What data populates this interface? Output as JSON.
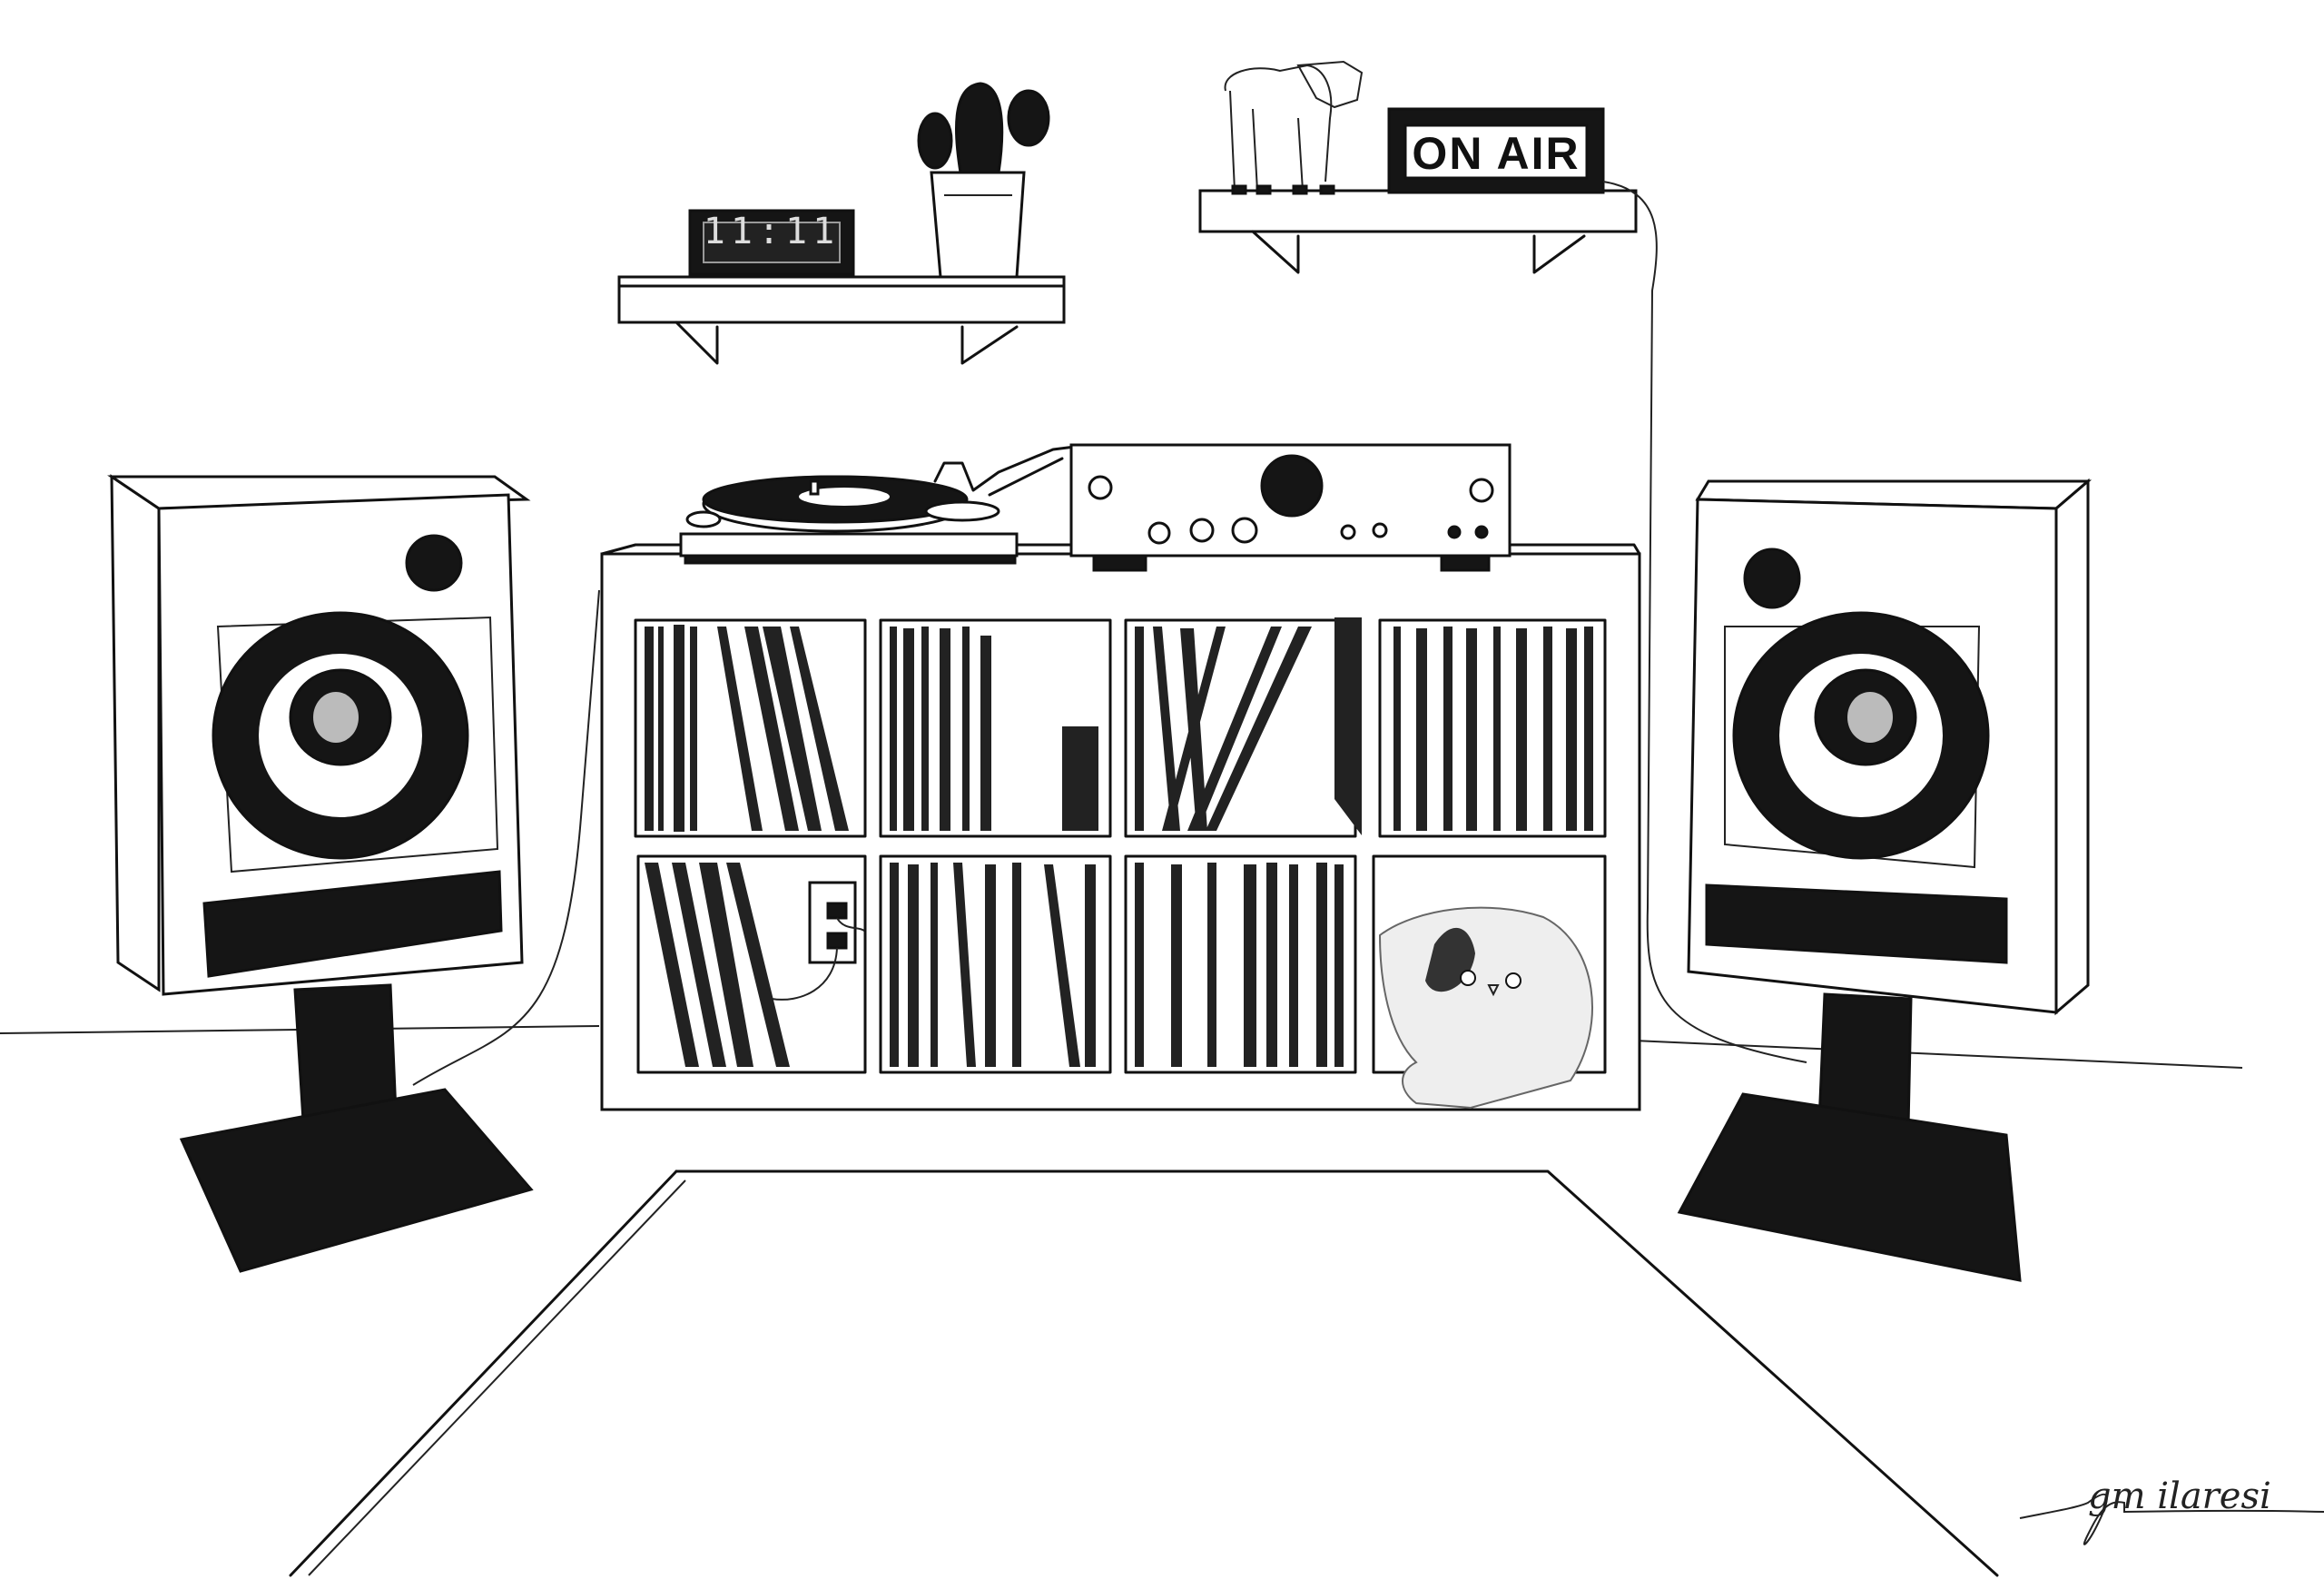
{
  "scene": {
    "title": "Sketch of a vinyl listening room",
    "style": "pencil sketch, black and white",
    "background_color": "#ffffff",
    "ink_color": "#111111"
  },
  "shelves": [
    {
      "position": "left",
      "items": [
        {
          "type": "digital-clock",
          "display": "11:11"
        },
        {
          "type": "potted-cactus"
        }
      ]
    },
    {
      "position": "right",
      "items": [
        {
          "type": "lamb-figurine"
        },
        {
          "type": "on-air-sign",
          "text": "ON AIR"
        }
      ]
    }
  ],
  "console": {
    "turntable": {
      "type": "turntable",
      "has_record": true
    },
    "amplifier": {
      "type": "integrated-amplifier",
      "knobs": 3,
      "small_buttons": 2,
      "indicator_dots": 2
    }
  },
  "record_cabinet": {
    "rows": 2,
    "columns": 4,
    "cubbies": [
      {
        "row": 1,
        "col": 1,
        "content": "vinyl records"
      },
      {
        "row": 1,
        "col": 2,
        "content": "vinyl records"
      },
      {
        "row": 1,
        "col": 3,
        "content": "vinyl records"
      },
      {
        "row": 1,
        "col": 4,
        "content": "vinyl records"
      },
      {
        "row": 2,
        "col": 1,
        "content": "vinyl records and wall outlet"
      },
      {
        "row": 2,
        "col": 2,
        "content": "vinyl records"
      },
      {
        "row": 2,
        "col": 3,
        "content": "vinyl records"
      },
      {
        "row": 2,
        "col": 4,
        "content": "fluffy cat"
      }
    ]
  },
  "speakers": [
    {
      "position": "left",
      "on_stand": true
    },
    {
      "position": "right",
      "on_stand": true
    }
  ],
  "rug": {
    "shape": "trapezoid"
  },
  "signature": {
    "text": "gm ilaresi"
  }
}
